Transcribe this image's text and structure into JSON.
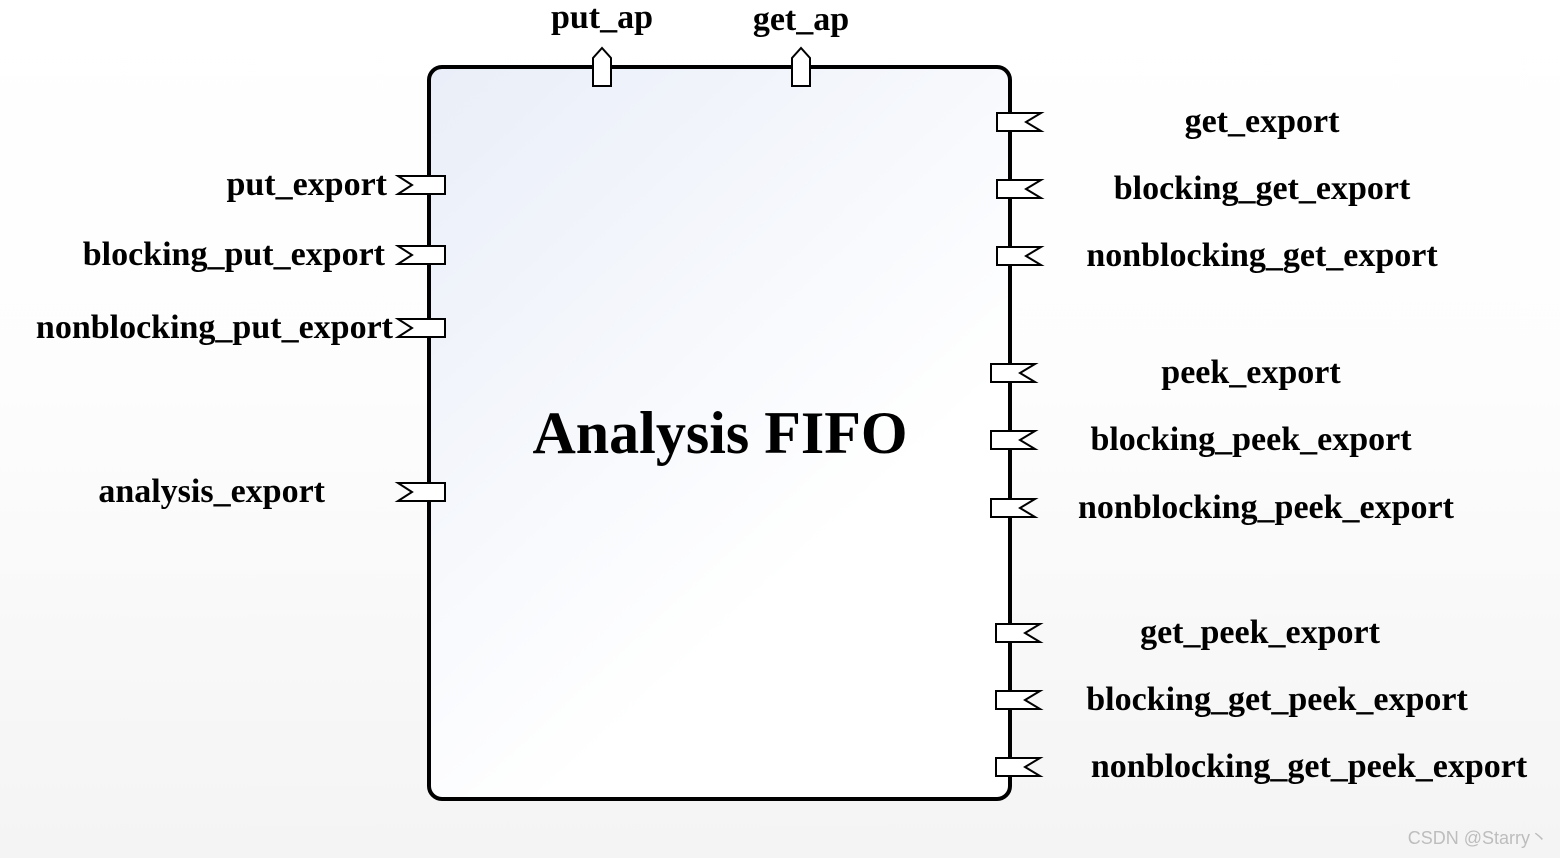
{
  "block": {
    "title": "Analysis FIFO",
    "fill_start": "#e9eef8",
    "fill_end": "#ffffff",
    "stroke": "#000000"
  },
  "top_ports": [
    "put_ap",
    "get_ap"
  ],
  "left_ports": [
    "put_export",
    "blocking_put_export",
    "nonblocking_put_export",
    "analysis_export"
  ],
  "right_ports": [
    "get_export",
    "blocking_get_export",
    "nonblocking_get_export",
    "peek_export",
    "blocking_peek_export",
    "nonblocking_peek_export",
    "get_peek_export",
    "blocking_get_peek_export",
    "nonblocking_get_peek_export"
  ],
  "watermark": "CSDN @Starry丶"
}
